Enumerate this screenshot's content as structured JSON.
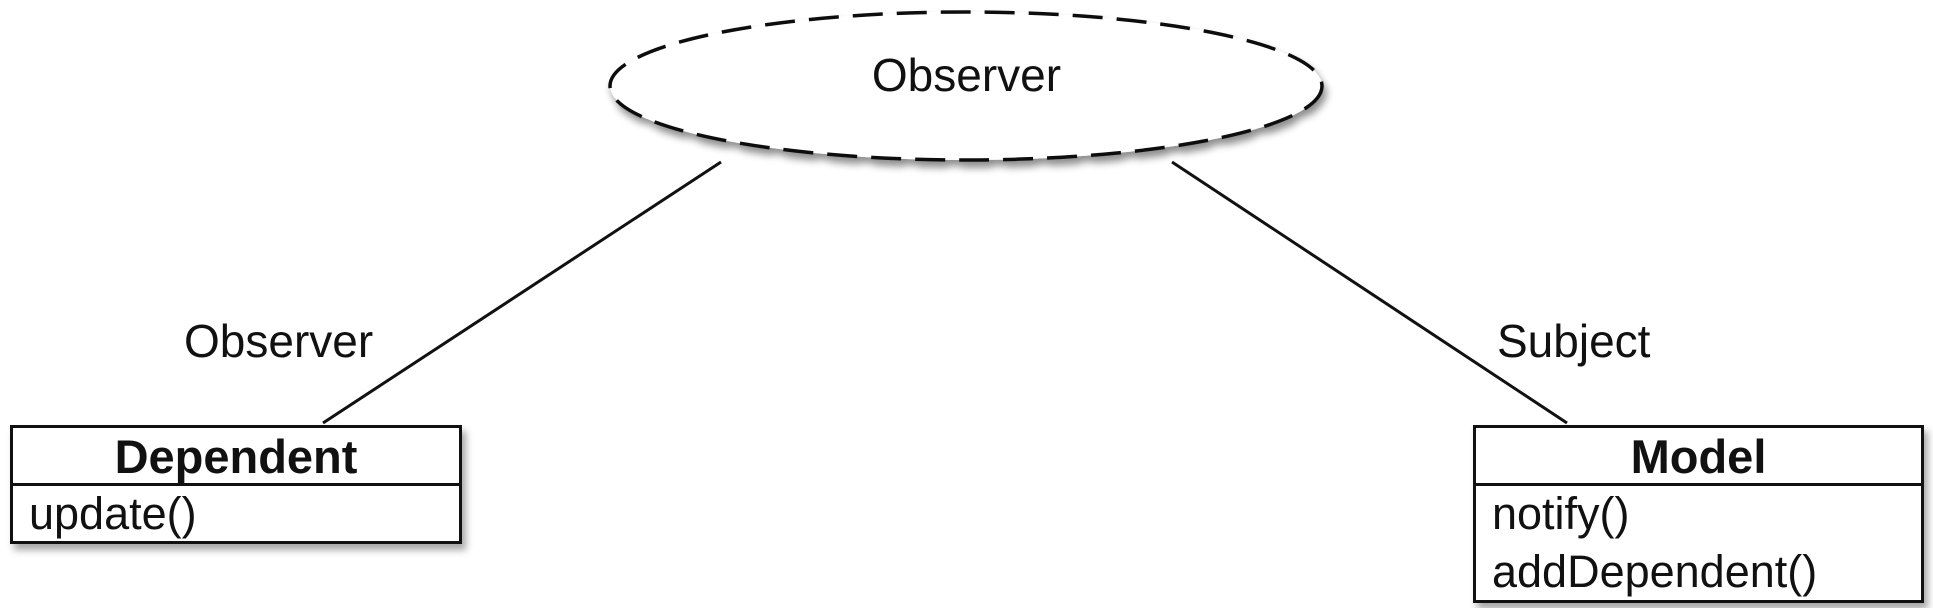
{
  "collaboration": {
    "name": "Observer"
  },
  "roles": {
    "left": "Observer",
    "right": "Subject"
  },
  "classes": [
    {
      "name": "Dependent",
      "operations": [
        "update()"
      ]
    },
    {
      "name": "Model",
      "operations": [
        "notify()",
        "addDependent()"
      ]
    }
  ]
}
